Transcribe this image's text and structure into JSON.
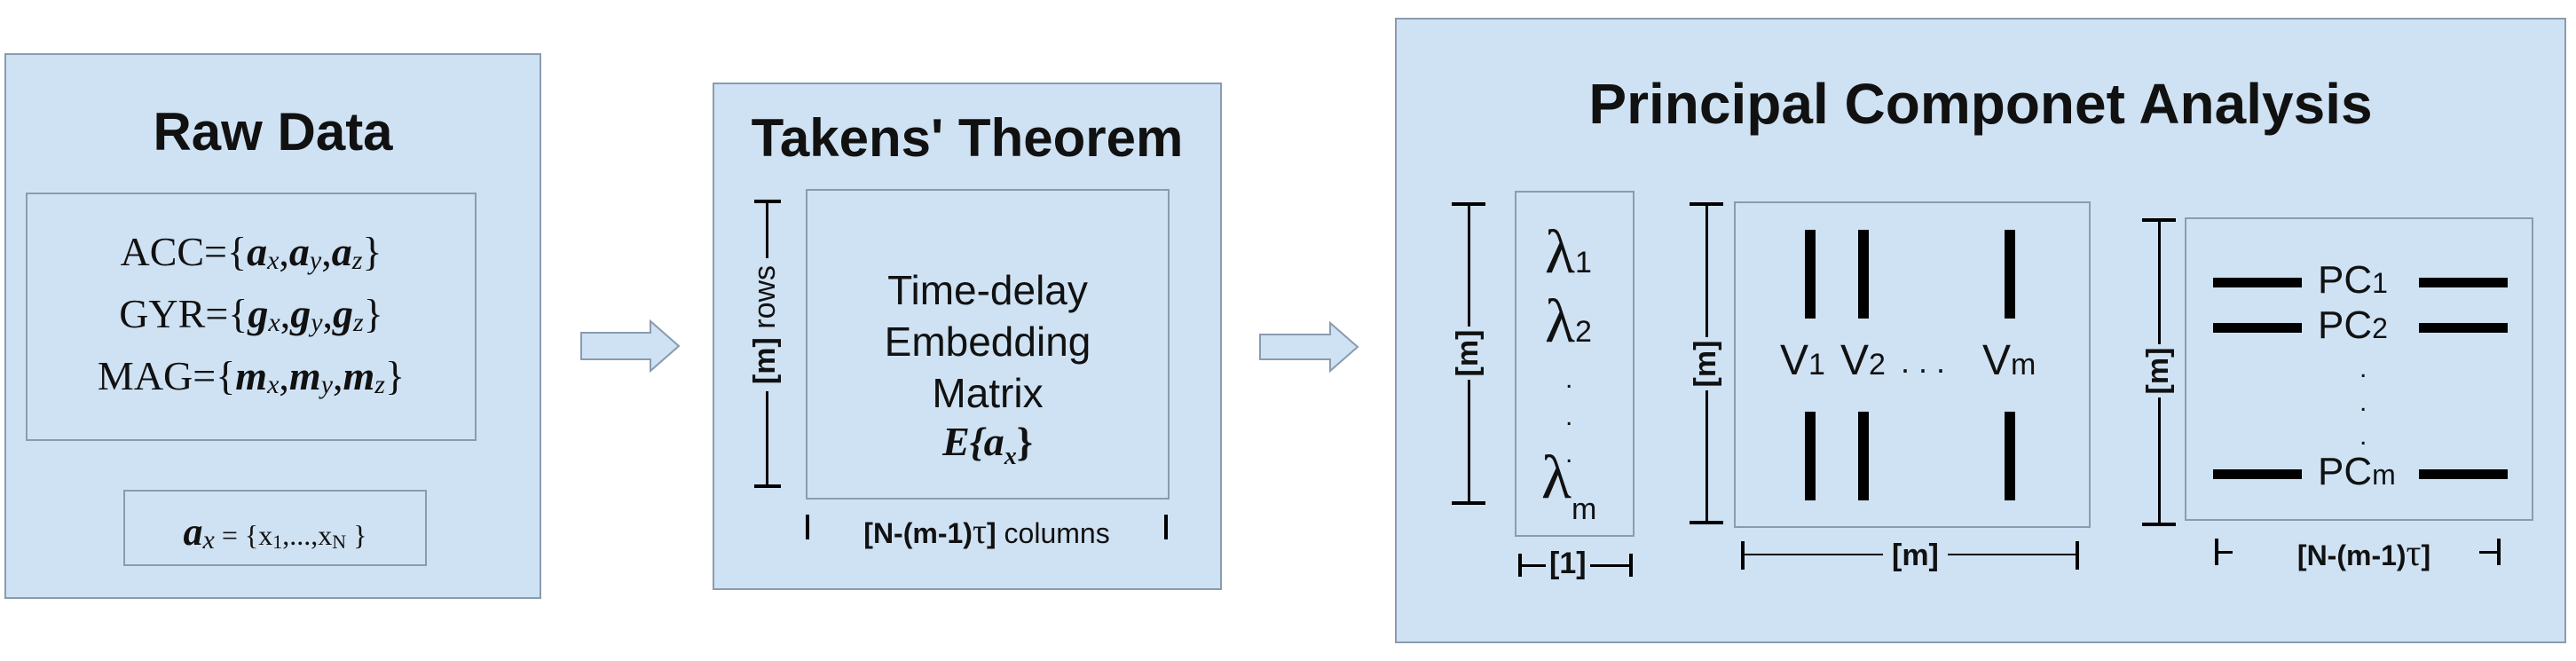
{
  "raw": {
    "title": "Raw Data",
    "acc": {
      "label": "ACC={",
      "a": [
        "a",
        "a",
        "a"
      ],
      "subs": [
        "x",
        "y",
        "z"
      ],
      "close": "}"
    },
    "gyr": {
      "label": "GYR={",
      "a": [
        "g",
        "g",
        "g"
      ],
      "subs": [
        "x",
        "y",
        "z"
      ],
      "close": "}"
    },
    "mag": {
      "label": "MAG={",
      "a": [
        "m",
        "m",
        "m"
      ],
      "subs": [
        "x",
        "y",
        "z"
      ],
      "close": "}"
    },
    "ax": {
      "a": "a",
      "sub": "x",
      "eq": " = {x",
      "s1": "1",
      "mid": ",...,x",
      "sn": "N",
      "close": " }"
    }
  },
  "takens": {
    "title": "Takens' Theorem",
    "lines": [
      "Time-delay",
      "Embedding",
      "Matrix"
    ],
    "matrix_e": "E{",
    "matrix_a": "a",
    "matrix_sub": "x",
    "matrix_close": "}",
    "rows_label_m": "[m]",
    "rows_label": " rows",
    "cols_label_a": "[N-(m-1)",
    "cols_tau": "τ",
    "cols_label_b": "]",
    "cols_word": " columns"
  },
  "pca": {
    "title": "Principal Componet Analysis",
    "m_label": "[m]",
    "one_label": "[1]",
    "lambdas": [
      {
        "sym": "λ",
        "sub": "1"
      },
      {
        "sym": "λ",
        "sub": "2"
      },
      {
        "sym": "λ",
        "sub": "m"
      }
    ],
    "vectors": [
      {
        "v": "V",
        "sub": "1"
      },
      {
        "v": "V",
        "sub": "2"
      },
      {
        "v": "V",
        "sub": "m"
      }
    ],
    "vec_dots": ". . .",
    "pcs": [
      {
        "pc": "PC",
        "sub": "1"
      },
      {
        "pc": "PC",
        "sub": "2"
      },
      {
        "pc": "PC",
        "sub": "m"
      }
    ],
    "cols_label_a": "[N-(m-1)",
    "cols_tau": "τ",
    "cols_label_b": "]"
  }
}
